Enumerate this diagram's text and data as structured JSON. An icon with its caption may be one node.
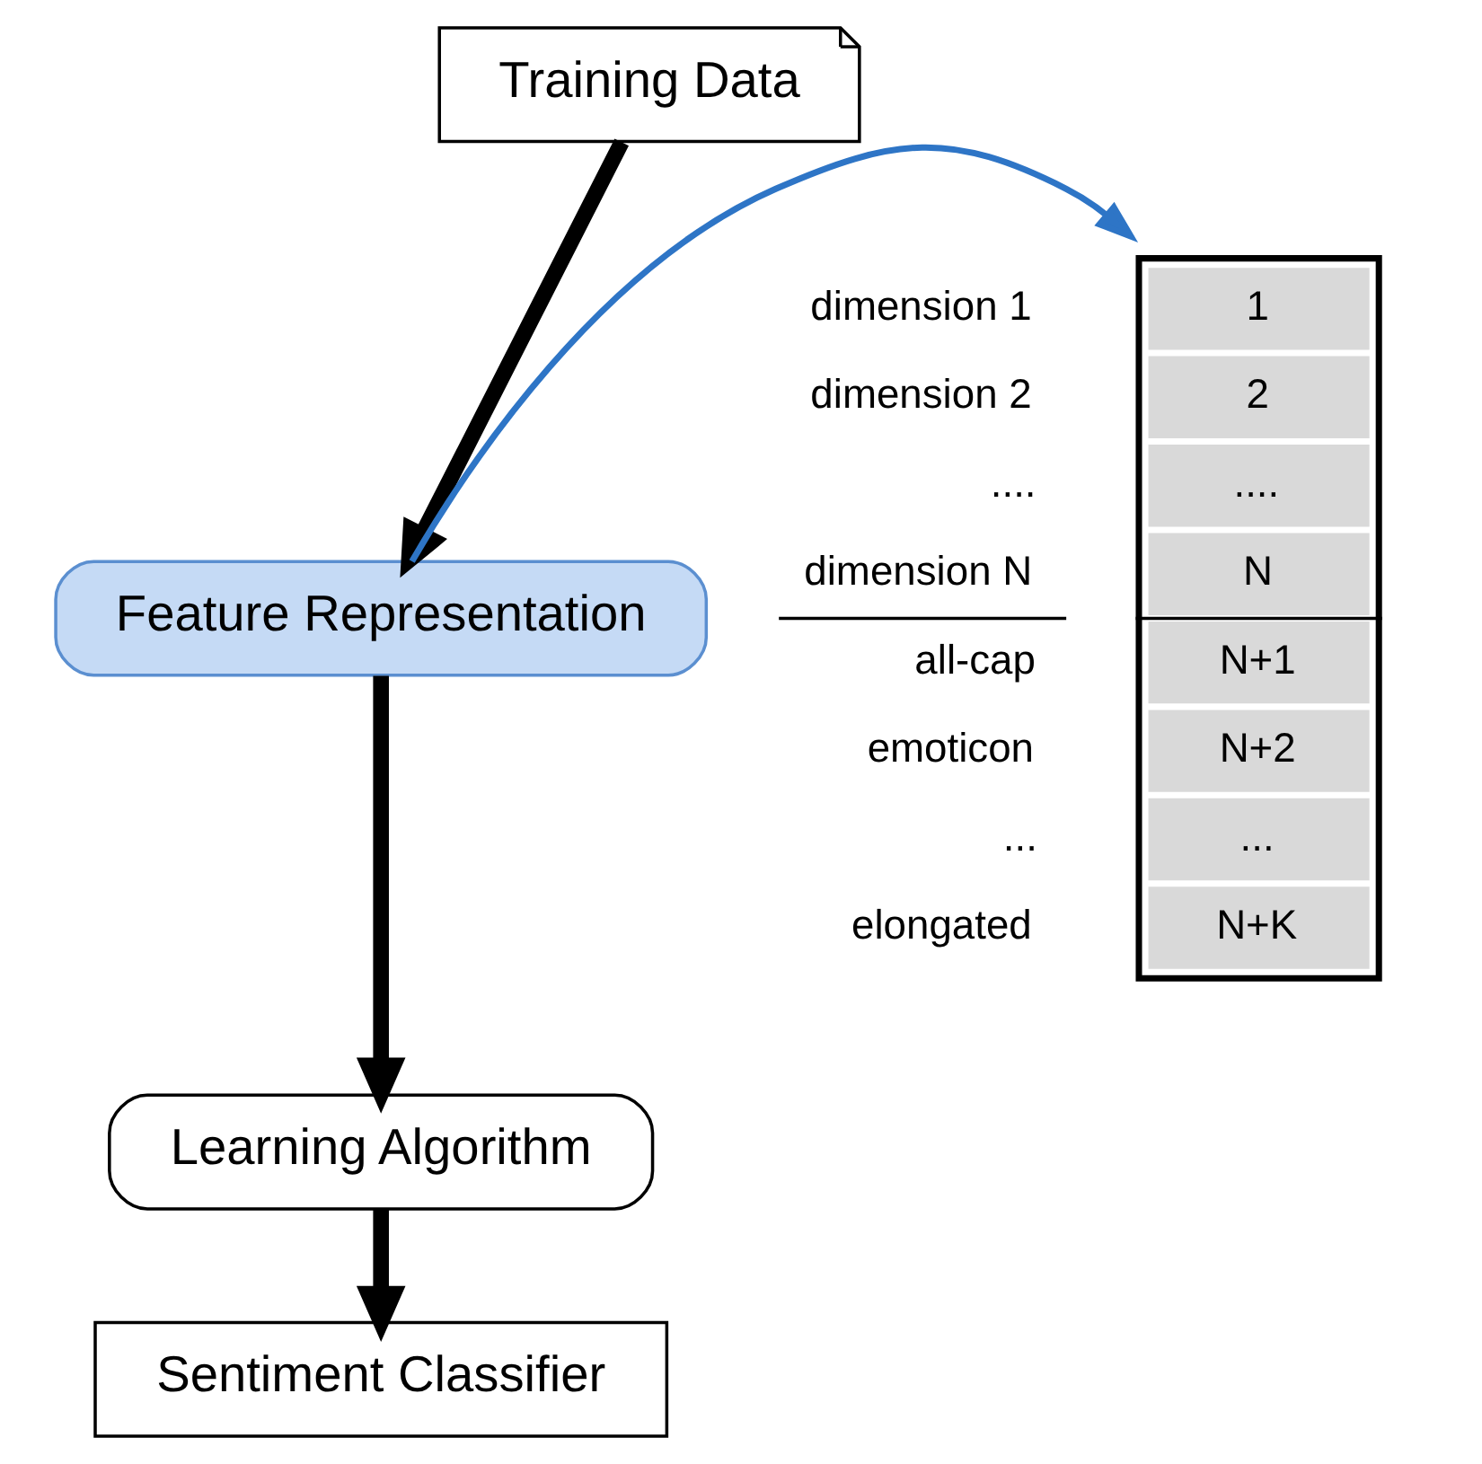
{
  "diagram": {
    "nodes": [
      {
        "text": [
          "Training Data"
        ]
      },
      {
        "text": [
          "Feature Representation"
        ]
      },
      {
        "text": [
          "Learning Algorithm"
        ]
      },
      {
        "text": [
          "Sentiment Classifier"
        ]
      },
      {
        "text": [
          "1",
          "2",
          "....",
          "N",
          "N+1",
          "N+2",
          "...",
          "N+K"
        ],
        "beside": [
          "dimension 1",
          "dimension 2",
          "....",
          "dimension N",
          "all-cap",
          "emoticon",
          "...",
          "elongated"
        ]
      }
    ],
    "edges": [
      {
        "from": 0,
        "to": 1,
        "arrow": "to"
      },
      {
        "from": 1,
        "to": 4,
        "arrow": "to",
        "color": "#2e75c6"
      },
      {
        "from": 1,
        "to": 2,
        "arrow": "to"
      },
      {
        "from": 2,
        "to": 3,
        "arrow": "to"
      }
    ]
  }
}
